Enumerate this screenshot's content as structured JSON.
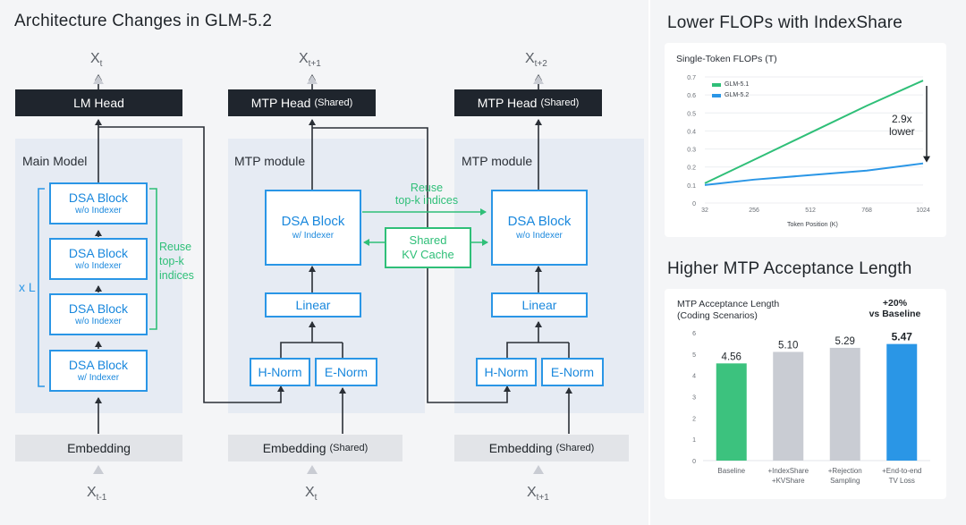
{
  "left_title": "Architecture Changes in GLM-5.2",
  "outputs": [
    {
      "base": "X",
      "sub": "t"
    },
    {
      "base": "X",
      "sub": "t+1"
    },
    {
      "base": "X",
      "sub": "t+2"
    }
  ],
  "inputs": [
    {
      "base": "X",
      "sub": "t-1"
    },
    {
      "base": "X",
      "sub": ""
    },
    {
      "base": "X",
      "sub": "t+1"
    }
  ],
  "input_mid_sub": "t",
  "heads": {
    "lm": "LM Head",
    "mtp1": "MTP Head",
    "mtp1_suffix": "(Shared)",
    "mtp2": "MTP Head",
    "mtp2_suffix": "(Shared)"
  },
  "embeddings": {
    "main": "Embedding",
    "mtp1": "Embedding",
    "mtp1_suffix": "(Shared)",
    "mtp2": "Embedding",
    "mtp2_suffix": "(Shared)"
  },
  "main_model": {
    "label": "Main Model",
    "repeat_label": "x L",
    "blocks": [
      {
        "title": "DSA Block",
        "sub": "w/o Indexer"
      },
      {
        "title": "DSA Block",
        "sub": "w/o Indexer"
      },
      {
        "title": "DSA Block",
        "sub": "w/o Indexer"
      },
      {
        "title": "DSA Block",
        "sub": "w/ Indexer"
      }
    ],
    "reuse_lines": [
      "Reuse",
      "top-k",
      "indices"
    ]
  },
  "mtp1": {
    "label": "MTP module",
    "dsa_title": "DSA Block",
    "dsa_sub": "w/ Indexer",
    "linear": "Linear",
    "hnorm": "H-Norm",
    "enorm": "E-Norm"
  },
  "mtp2": {
    "label": "MTP module",
    "dsa_title": "DSA Block",
    "dsa_sub": "w/o Indexer",
    "linear": "Linear",
    "hnorm": "H-Norm",
    "enorm": "E-Norm"
  },
  "reuse_between": [
    "Reuse",
    "top-k indices"
  ],
  "kv_cache": [
    "Shared",
    "KV Cache"
  ],
  "colors": {
    "blue": "#2a96e6",
    "green": "#2fbf78",
    "dark": "#1f252d"
  },
  "flops": {
    "section_title": "Lower FLOPs with IndexShare",
    "chart_data": {
      "type": "line",
      "title": "Single-Token FLOPs (T)",
      "xlabel": "Token Position (K)",
      "ylabel": "",
      "x": [
        32,
        256,
        512,
        768,
        1024
      ],
      "ylim": [
        0,
        0.7
      ],
      "yticks": [
        "0",
        "0.1",
        "0.2",
        "0.3",
        "0.4",
        "0.5",
        "0.6",
        "0.7"
      ],
      "series": [
        {
          "name": "GLM-5.1",
          "color": "#2fbf78",
          "values": [
            0.11,
            0.24,
            0.39,
            0.54,
            0.68
          ]
        },
        {
          "name": "GLM-5.2",
          "color": "#2a96e6",
          "values": [
            0.1,
            0.13,
            0.155,
            0.18,
            0.22
          ]
        }
      ],
      "annotation": [
        "2.9x",
        "lower"
      ]
    }
  },
  "mtp_accept": {
    "section_title": "Higher MTP Acceptance Length",
    "chart_data": {
      "type": "bar",
      "title": "MTP Acceptance Length",
      "subtitle": "(Coding Scenarios)",
      "categories": [
        [
          "Baseline"
        ],
        [
          "+IndexShare",
          "+KVShare"
        ],
        [
          "+Rejection",
          "Sampling"
        ],
        [
          "+End-to-end",
          "TV Loss"
        ]
      ],
      "values": [
        4.56,
        5.1,
        5.29,
        5.47
      ],
      "labels": [
        "4.56",
        "5.10",
        "5.29",
        "5.47"
      ],
      "colors": [
        "#3cc27e",
        "#c9ccd3",
        "#c9ccd3",
        "#2a96e6"
      ],
      "ylim": [
        0,
        6
      ],
      "yticks": [
        "0",
        "1",
        "2",
        "3",
        "4",
        "5",
        "6"
      ],
      "annotation": [
        "+20%",
        "vs Baseline"
      ]
    }
  }
}
